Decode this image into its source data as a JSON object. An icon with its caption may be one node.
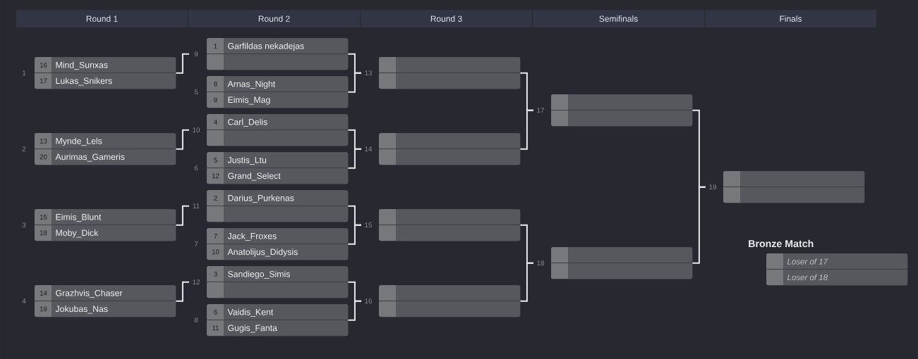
{
  "diagram": {
    "nodes": [
      {
        "text": [],
        "shape": "box",
        "beside": [
          "1"
        ]
      },
      {
        "text": [
          "16",
          "Mind_Sunxas"
        ],
        "in": 0
      },
      {
        "text": [
          "17",
          "Lukas_Snikers"
        ],
        "in": 0
      },
      {
        "text": [],
        "shape": "box",
        "beside": [
          "2"
        ]
      },
      {
        "text": [
          "13",
          "Mynde_Lels"
        ],
        "in": 3
      },
      {
        "text": [
          "20",
          "Aurimas_Gameris"
        ],
        "in": 3
      },
      {
        "text": [],
        "shape": "box",
        "beside": [
          "3"
        ]
      },
      {
        "text": [
          "15",
          "Eimis_Blunt"
        ],
        "in": 6
      },
      {
        "text": [
          "18",
          "Moby_Dick"
        ],
        "in": 6
      },
      {
        "text": [],
        "shape": "box",
        "beside": [
          "4"
        ]
      },
      {
        "text": [
          "14",
          "Grazhvis_Chaser"
        ],
        "in": 9
      },
      {
        "text": [
          "19",
          "Jokubas_Nas"
        ],
        "in": 9
      },
      {
        "text": [],
        "shape": "box",
        "beside": [
          "9"
        ]
      },
      {
        "text": [
          "1",
          "Garfildas nekadejas"
        ],
        "in": 12
      },
      {
        "text": [],
        "shape": "box",
        "in": 12
      },
      {
        "text": [],
        "shape": "box",
        "beside": [
          "5"
        ]
      },
      {
        "text": [
          "8",
          "Arnas_Night"
        ],
        "in": 15
      },
      {
        "text": [
          "9",
          "Eimis_Mag"
        ],
        "in": 15
      },
      {
        "text": [],
        "shape": "box",
        "beside": [
          "10"
        ]
      },
      {
        "text": [
          "4",
          "Carl_Delis"
        ],
        "in": 18
      },
      {
        "text": [],
        "shape": "box",
        "in": 18
      },
      {
        "text": [],
        "shape": "box",
        "beside": [
          "6"
        ]
      },
      {
        "text": [
          "5",
          "Justis_Ltu"
        ],
        "in": 21
      },
      {
        "text": [
          "12",
          "Grand_Select"
        ],
        "in": 21
      },
      {
        "text": [],
        "shape": "box",
        "beside": [
          "11"
        ]
      },
      {
        "text": [
          "2",
          "Darius_Purkenas"
        ],
        "in": 24
      },
      {
        "text": [],
        "shape": "box",
        "in": 24
      },
      {
        "text": [],
        "shape": "box",
        "beside": [
          "7"
        ]
      },
      {
        "text": [
          "7",
          "Jack_Froxes"
        ],
        "in": 27
      },
      {
        "text": [
          "10",
          "Anatolijus_Didysis"
        ],
        "in": 27
      },
      {
        "text": [],
        "shape": "box",
        "beside": [
          "12"
        ]
      },
      {
        "text": [
          "3",
          "Sandiego_Simis"
        ],
        "in": 30
      },
      {
        "text": [],
        "shape": "box",
        "in": 30
      },
      {
        "text": [],
        "shape": "box",
        "beside": [
          "8"
        ]
      },
      {
        "text": [
          "6",
          "Vaidis_Kent"
        ],
        "in": 33
      },
      {
        "text": [
          "11",
          "Gugis_Fanta"
        ],
        "in": 33
      },
      {
        "text": [],
        "shape": "box",
        "beside": [
          "13"
        ]
      },
      {
        "text": [],
        "shape": "box",
        "in": 36
      },
      {
        "text": [],
        "shape": "box",
        "in": 36
      },
      {
        "text": [],
        "shape": "box",
        "beside": [
          "14"
        ]
      },
      {
        "text": [],
        "shape": "box",
        "in": 39
      },
      {
        "text": [],
        "shape": "box",
        "in": 39
      },
      {
        "text": [],
        "shape": "box",
        "beside": [
          "15"
        ]
      },
      {
        "text": [],
        "shape": "box",
        "in": 42
      },
      {
        "text": [],
        "shape": "box",
        "in": 42
      },
      {
        "text": [],
        "shape": "box",
        "beside": [
          "16"
        ]
      },
      {
        "text": [],
        "shape": "box",
        "in": 45
      },
      {
        "text": [],
        "shape": "box",
        "in": 45
      },
      {
        "text": [],
        "shape": "box",
        "beside": [
          "17"
        ]
      },
      {
        "text": [],
        "shape": "box",
        "in": 48
      },
      {
        "text": [],
        "shape": "box",
        "in": 48
      },
      {
        "text": [],
        "shape": "box",
        "beside": [
          "18"
        ]
      },
      {
        "text": [],
        "shape": "box",
        "in": 51
      },
      {
        "text": [],
        "shape": "box",
        "in": 51
      },
      {
        "text": [],
        "shape": "box",
        "beside": [
          "19"
        ]
      },
      {
        "text": [],
        "shape": "box",
        "in": 54
      },
      {
        "text": [],
        "shape": "box",
        "in": 54
      },
      {
        "text": [
          "Bronze Match"
        ]
      },
      {
        "text": [
          "Loser of 17"
        ],
        "in": 57
      },
      {
        "text": [
          "Loser of 18"
        ],
        "in": 57
      }
    ],
    "edges": [
      {
        "from": 0,
        "to": 12,
        "arrow": "none"
      },
      {
        "from": 3,
        "to": 18,
        "arrow": "none"
      },
      {
        "from": 6,
        "to": 24,
        "arrow": "none"
      },
      {
        "from": 9,
        "to": 30,
        "arrow": "none"
      },
      {
        "from": 12,
        "to": 36,
        "arrow": "none"
      },
      {
        "from": 15,
        "to": 36,
        "arrow": "none"
      },
      {
        "from": 18,
        "to": 39,
        "arrow": "none"
      },
      {
        "from": 21,
        "to": 39,
        "arrow": "none"
      },
      {
        "from": 24,
        "to": 42,
        "arrow": "none"
      },
      {
        "from": 27,
        "to": 42,
        "arrow": "none"
      },
      {
        "from": 30,
        "to": 45,
        "arrow": "none"
      },
      {
        "from": 33,
        "to": 45,
        "arrow": "none"
      },
      {
        "from": 36,
        "to": 48,
        "arrow": "none"
      },
      {
        "from": 39,
        "to": 48,
        "arrow": "none"
      },
      {
        "from": 42,
        "to": 51,
        "arrow": "none"
      },
      {
        "from": 45,
        "to": 51,
        "arrow": "none"
      },
      {
        "from": 48,
        "to": 54,
        "arrow": "none"
      },
      {
        "from": 51,
        "to": 54,
        "arrow": "none"
      }
    ],
    "labels": [
      "Round 1",
      "Round 2",
      "Round 3",
      "Semifinals",
      "Finals"
    ]
  }
}
